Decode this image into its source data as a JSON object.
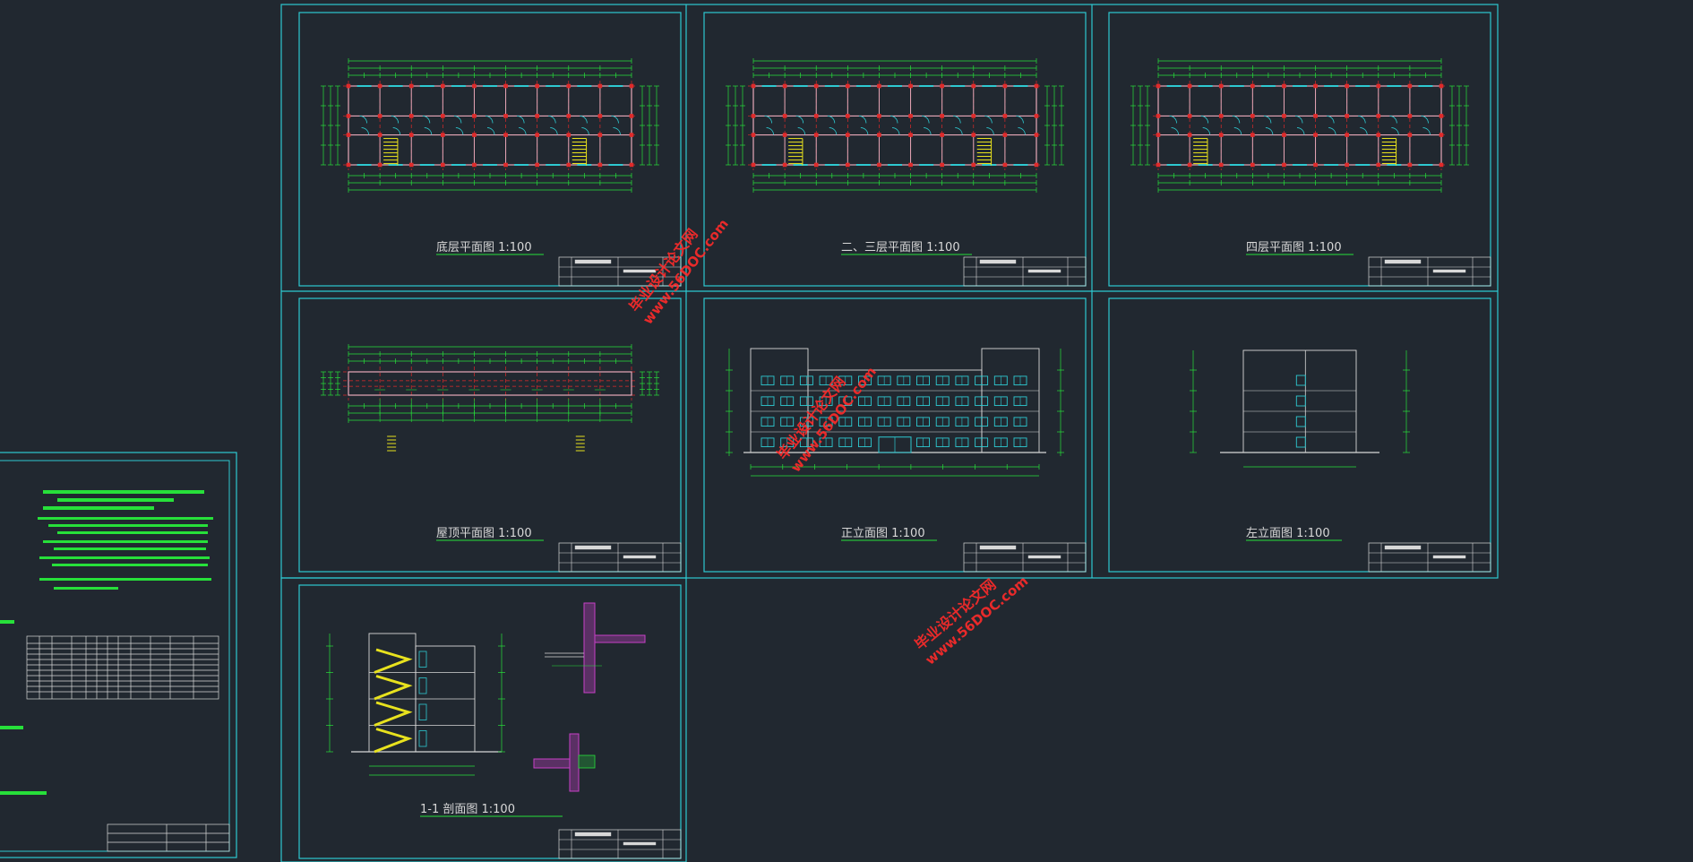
{
  "sheets": [
    {
      "id": "plan-ground",
      "kind": "plan",
      "title": "底层平面图",
      "scale": "1:100"
    },
    {
      "id": "plan-2-3",
      "kind": "plan",
      "title": "二、三层平面图",
      "scale": "1:100"
    },
    {
      "id": "plan-4",
      "kind": "plan",
      "title": "四层平面图",
      "scale": "1:100"
    },
    {
      "id": "plan-roof",
      "kind": "roof",
      "title": "屋顶平面图",
      "scale": "1:100"
    },
    {
      "id": "elev-front",
      "kind": "front",
      "title": "正立面图",
      "scale": "1:100"
    },
    {
      "id": "elev-left",
      "kind": "side",
      "title": "左立面图",
      "scale": "1:100"
    },
    {
      "id": "section",
      "kind": "section",
      "title": "1-1  剖面图",
      "scale": "1:100"
    }
  ],
  "watermarks": [
    {
      "line1": "毕业设计论文网",
      "line2": "www.56DOC.com"
    },
    {
      "line1": "毕业设计论文网",
      "line2": "www.56DOC.com"
    },
    {
      "line1": "毕业设计论文网",
      "line2": "www.56DOC.com"
    }
  ],
  "colors": {
    "background": "#212830",
    "frame": "#2ec9d1",
    "dimension": "#27e03a",
    "axis": "#e02a2a",
    "wall": "#e8a8b8",
    "stair": "#e8e21e",
    "text": "#d8d8d8"
  }
}
